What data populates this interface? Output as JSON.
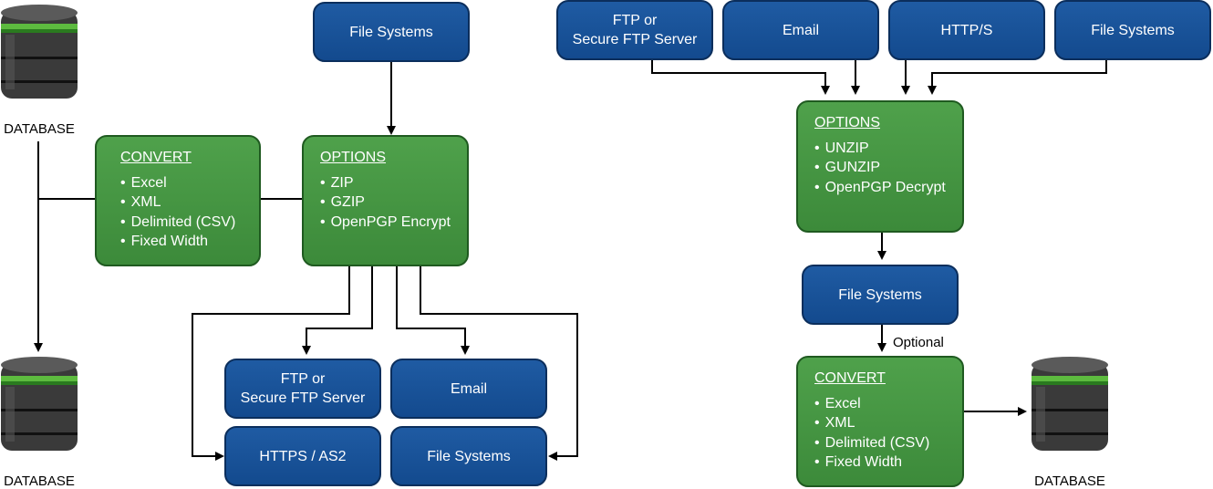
{
  "left_flow": {
    "db_top_label": "DATABASE",
    "db_bottom_label": "DATABASE",
    "convert": {
      "title": "CONVERT",
      "items": [
        "Excel",
        "XML",
        "Delimited (CSV)",
        "Fixed Width"
      ]
    },
    "options": {
      "title": "OPTIONS",
      "items": [
        "ZIP",
        "GZIP",
        "OpenPGP Encrypt"
      ]
    },
    "file_systems_top": "File Systems",
    "ftp": "FTP or\nSecure FTP Server",
    "email": "Email",
    "https_as2": "HTTPS / AS2",
    "file_systems_bottom": "File Systems"
  },
  "right_flow": {
    "ftp": "FTP or\nSecure FTP Server",
    "email": "Email",
    "http": "HTTP/S",
    "file_systems_top": "File Systems",
    "options": {
      "title": "OPTIONS",
      "items": [
        "UNZIP",
        "GUNZIP",
        "OpenPGP Decrypt"
      ]
    },
    "file_systems_mid": "File Systems",
    "optional_label": "Optional",
    "convert": {
      "title": "CONVERT",
      "items": [
        "Excel",
        "XML",
        "Delimited (CSV)",
        "Fixed Width"
      ]
    },
    "db_label": "DATABASE"
  },
  "colors": {
    "blue_box": "#1a559c",
    "green_box": "#46964a",
    "db_accent": "#5dbb3f"
  },
  "icons": [
    "database-icon"
  ]
}
